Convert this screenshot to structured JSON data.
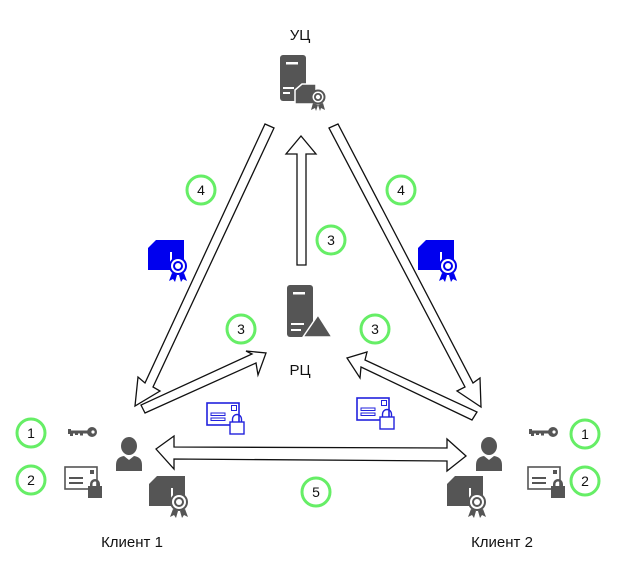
{
  "nodes": {
    "root_ca": {
      "label": "УЦ",
      "icon": "server-certificate-icon"
    },
    "registration_ca": {
      "label": "РЦ",
      "icon": "server-warning-icon"
    },
    "client1": {
      "label": "Клиент 1",
      "icon": "user-icon"
    },
    "client2": {
      "label": "Клиент 2",
      "icon": "user-icon"
    }
  },
  "steps": [
    {
      "id": "step-1-client1",
      "number": "1",
      "meaning_icon": "key-icon"
    },
    {
      "id": "step-2-client1",
      "number": "2",
      "meaning_icon": "certificate-request-icon"
    },
    {
      "id": "step-1-client2",
      "number": "1",
      "meaning_icon": "key-icon"
    },
    {
      "id": "step-2-client2",
      "number": "2",
      "meaning_icon": "certificate-request-icon"
    },
    {
      "id": "step-3-client1-to-rc",
      "number": "3"
    },
    {
      "id": "step-3-client2-to-rc",
      "number": "3"
    },
    {
      "id": "step-3-rc-to-ca",
      "number": "3"
    },
    {
      "id": "step-4-ca-to-client1",
      "number": "4"
    },
    {
      "id": "step-4-ca-to-client2",
      "number": "4"
    },
    {
      "id": "step-5-exchange",
      "number": "5"
    }
  ],
  "colors": {
    "badge": "#66ee66",
    "icon_dark": "#555555",
    "icon_blue": "#0000ee",
    "icon_blue_outline": "#2222dd"
  }
}
